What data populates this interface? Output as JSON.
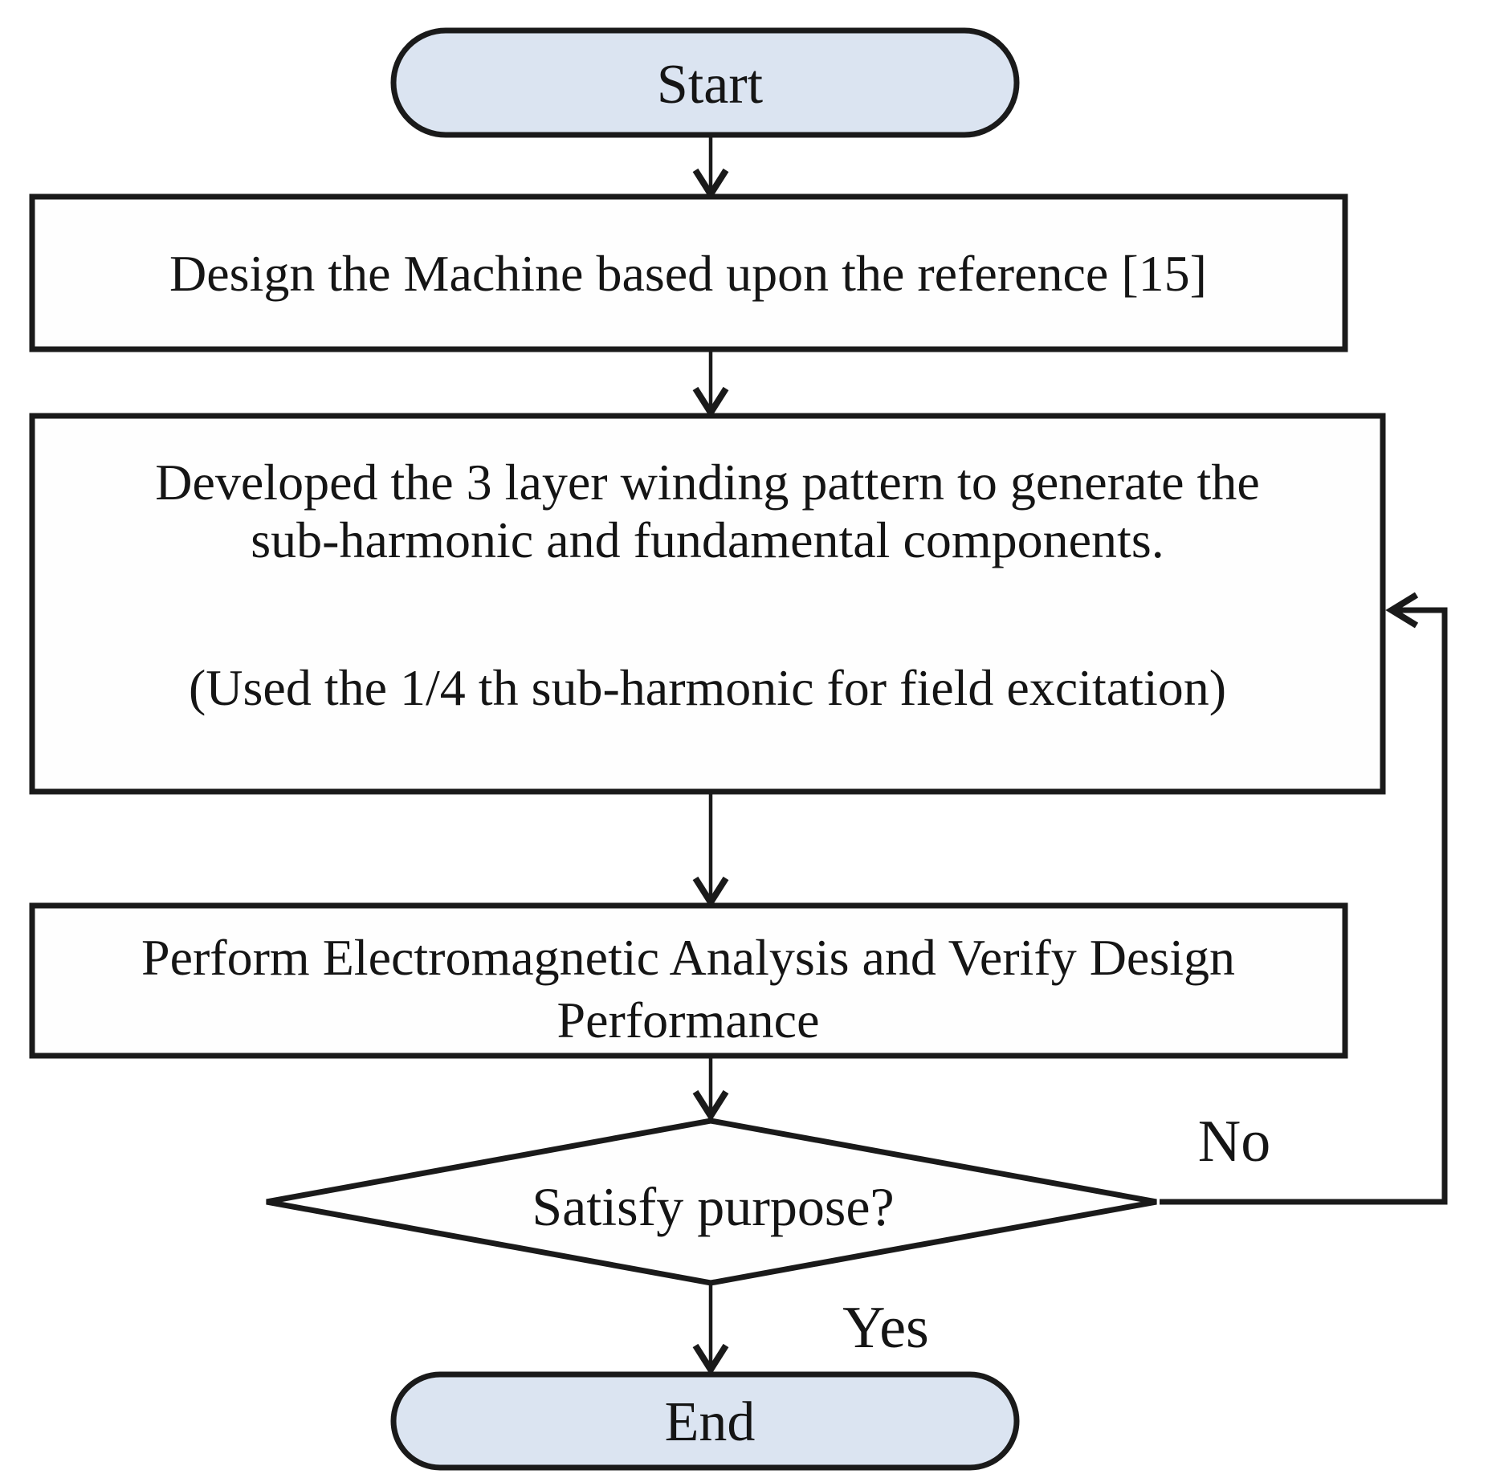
{
  "diagram": {
    "type": "flowchart",
    "nodes": {
      "start": {
        "label": "Start"
      },
      "design": {
        "label": "Design the Machine based upon the reference [15]"
      },
      "develop": {
        "line1": "Developed the 3 layer winding pattern to generate the",
        "line2": "sub-harmonic and fundamental components.",
        "line3": "(Used the 1/4 th sub-harmonic for field excitation)"
      },
      "analyze": {
        "line1": "Perform Electromagnetic Analysis and Verify Design",
        "line2": "Performance"
      },
      "decision": {
        "label": "Satisfy purpose?"
      },
      "end": {
        "label": "End"
      }
    },
    "edges": {
      "yes_label": "Yes",
      "no_label": "No"
    },
    "colors": {
      "terminator_fill": "#dbe4f1",
      "process_fill": "#fefefe",
      "stroke": "#1a1a1a",
      "background": "#ffffff"
    }
  }
}
